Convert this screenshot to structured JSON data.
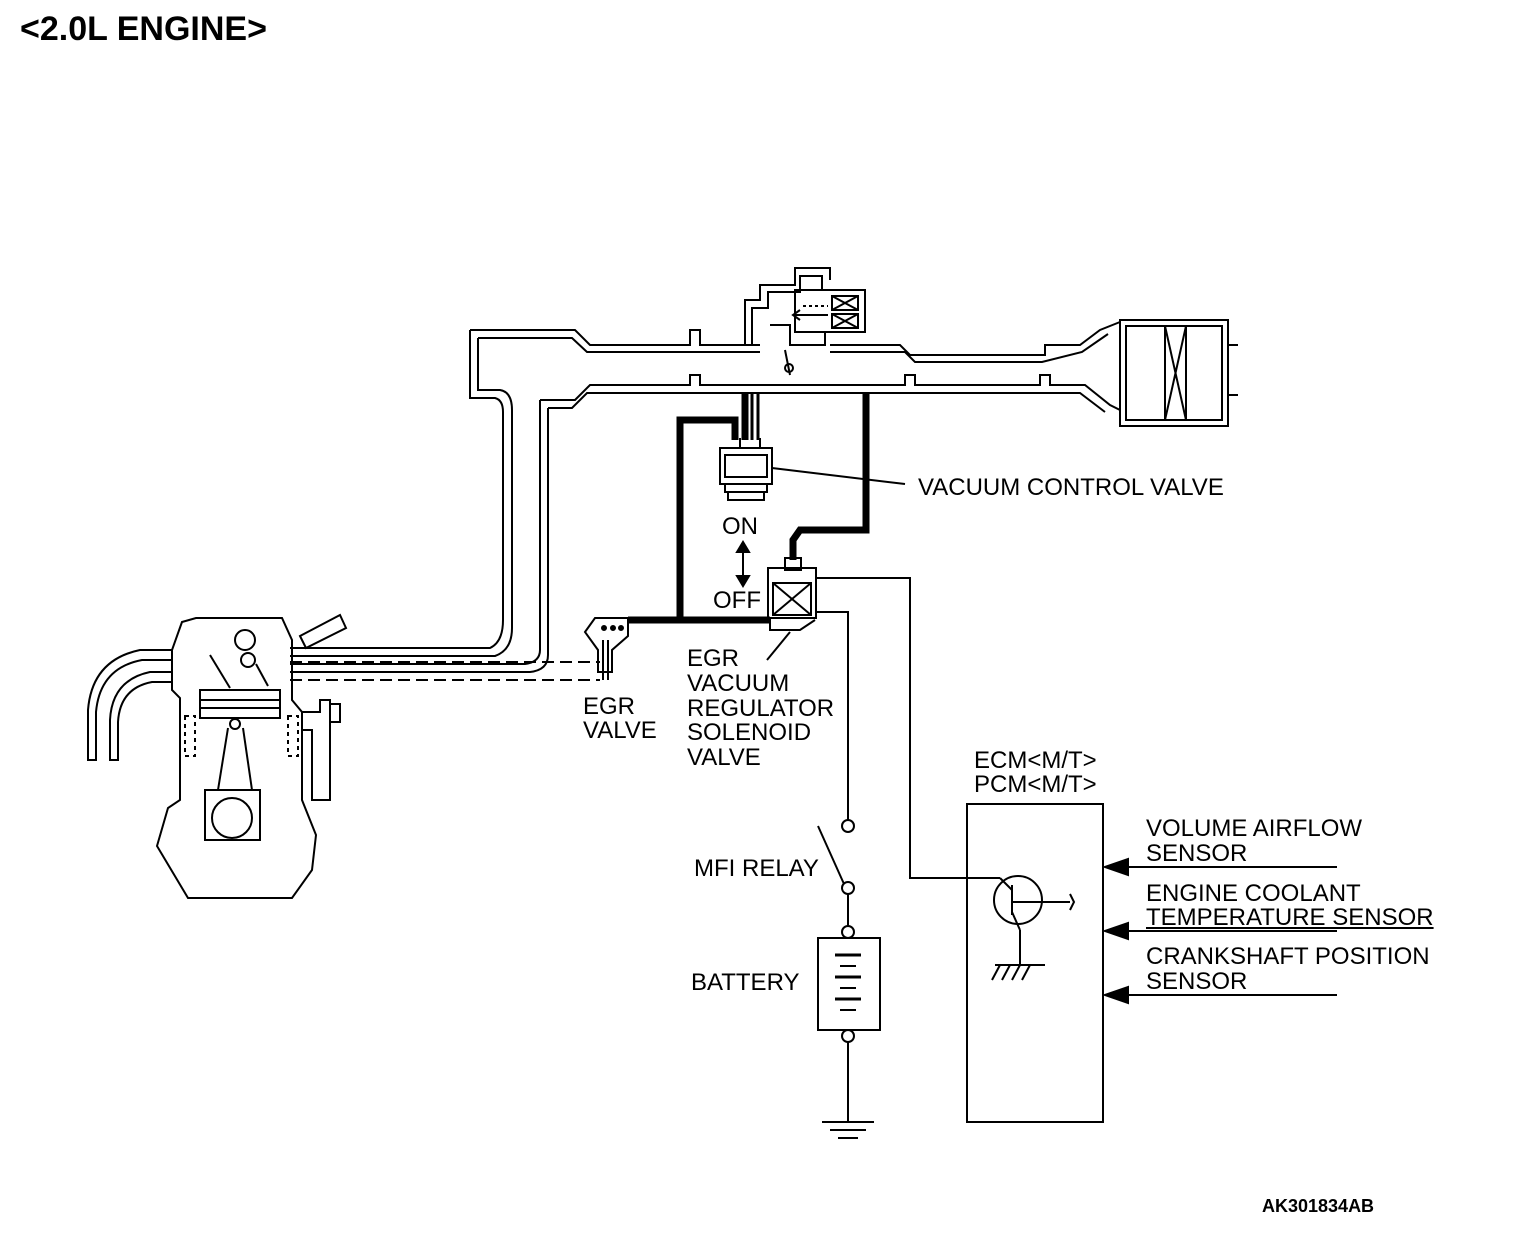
{
  "title": "<2.0L ENGINE>",
  "figure_code": "AK301834AB",
  "labels": {
    "vacuum_control_valve": "VACUUM CONTROL VALVE",
    "on": "ON",
    "off": "OFF",
    "egr_valve_line1": "EGR",
    "egr_valve_line2": "VALVE",
    "egr_solenoid_line1": "EGR",
    "egr_solenoid_line2": "VACUUM",
    "egr_solenoid_line3": "REGULATOR",
    "egr_solenoid_line4": "SOLENOID",
    "egr_solenoid_line5": "VALVE",
    "mfi_relay": "MFI RELAY",
    "battery": "BATTERY",
    "ecm": "ECM<M/T>",
    "pcm": "PCM<M/T>"
  },
  "sensors": [
    {
      "line1": "VOLUME AIRFLOW",
      "line2": "SENSOR"
    },
    {
      "line1": "ENGINE COOLANT",
      "line2": "TEMPERATURE SENSOR"
    },
    {
      "line1": "CRANKSHAFT POSITION",
      "line2": "SENSOR"
    }
  ]
}
